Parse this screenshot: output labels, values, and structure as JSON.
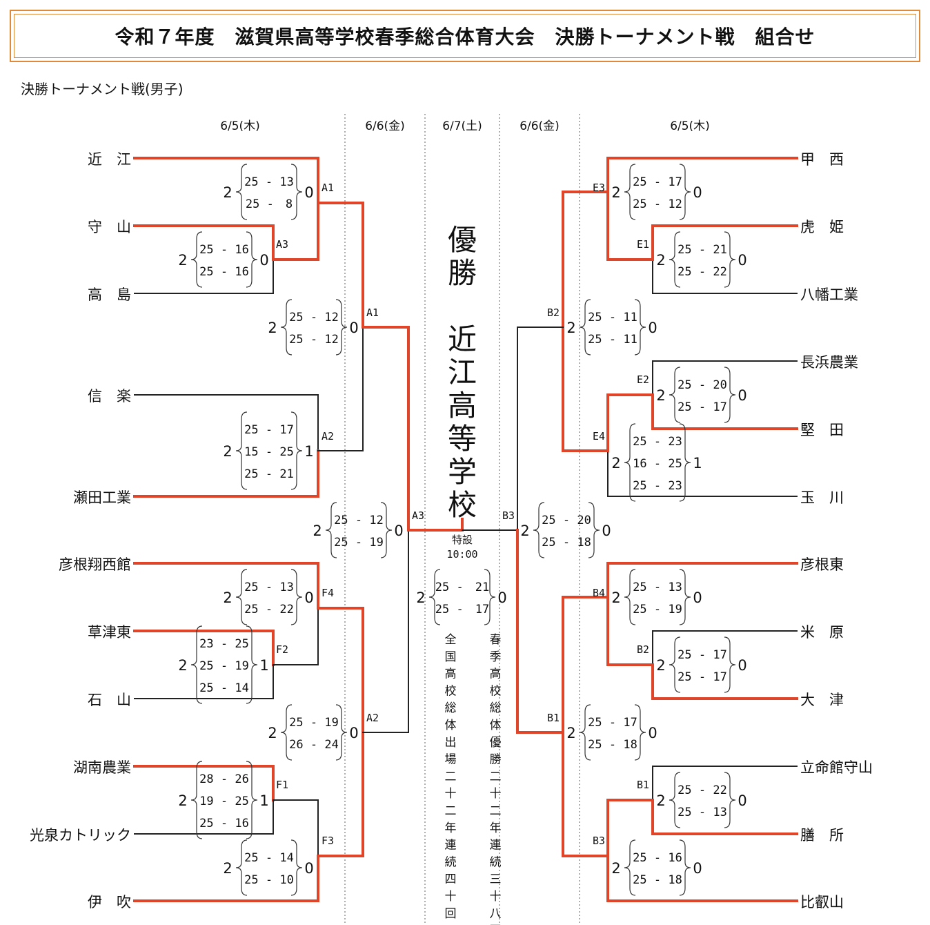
{
  "title": "令和７年度　滋賀県高等学校春季総合体育大会　決勝トーナメント戦　組合せ",
  "subtitle": "決勝トーナメント戦(男子)",
  "colors": {
    "winner": "#e0452a",
    "loser": "#222222",
    "frame": "#e0893b"
  },
  "dates": [
    "6/5(木)",
    "6/6(金)",
    "6/7(土)",
    "6/6(金)",
    "6/5(木)"
  ],
  "teams": {
    "left": [
      "近　江",
      "守　山",
      "高　島",
      "信　楽",
      "瀬田工業",
      "彦根翔西館",
      "草津東",
      "石　山",
      "湖南農業",
      "光泉カトリック",
      "伊　吹"
    ],
    "right": [
      "甲　西",
      "虎　姫",
      "八幡工業",
      "長浜農業",
      "堅　田",
      "玉　川",
      "彦根東",
      "米　原",
      "大　津",
      "立命館守山",
      "膳　所",
      "比叡山"
    ]
  },
  "match_labels": [
    "A1",
    "A3",
    "A1",
    "A2",
    "F4",
    "F2",
    "A2",
    "F1",
    "F3",
    "A3",
    "E3",
    "E1",
    "B2",
    "E2",
    "E4",
    "B4",
    "B2",
    "B1",
    "B1",
    "B3",
    "B3"
  ],
  "scores": [
    {
      "w": "2",
      "sets": [
        "25 - 13",
        "25 -　8"
      ],
      "l": "0"
    },
    {
      "w": "2",
      "sets": [
        "25 - 16",
        "25 - 16"
      ],
      "l": "0"
    },
    {
      "w": "2",
      "sets": [
        "25 - 12",
        "25 - 12"
      ],
      "l": "0"
    },
    {
      "w": "2",
      "sets": [
        "25 - 17",
        "15 - 25",
        "25 - 21"
      ],
      "l": "1"
    },
    {
      "w": "2",
      "sets": [
        "25 - 12",
        "25 - 19"
      ],
      "l": "0"
    },
    {
      "w": "2",
      "sets": [
        "25 - 13",
        "25 - 22"
      ],
      "l": "0"
    },
    {
      "w": "2",
      "sets": [
        "23 - 25",
        "25 - 19",
        "25 - 14"
      ],
      "l": "1"
    },
    {
      "w": "2",
      "sets": [
        "25 - 19",
        "26 - 24"
      ],
      "l": "0"
    },
    {
      "w": "2",
      "sets": [
        "28 - 26",
        "19 - 25",
        "25 - 16"
      ],
      "l": "1"
    },
    {
      "w": "2",
      "sets": [
        "25 - 14",
        "25 - 10"
      ],
      "l": "0"
    },
    {
      "w": "2",
      "sets": [
        "25 - 17",
        "25 - 12"
      ],
      "l": "0"
    },
    {
      "w": "2",
      "sets": [
        "25 - 21",
        "25 - 22"
      ],
      "l": "0"
    },
    {
      "w": "2",
      "sets": [
        "25 - 11",
        "25 - 11"
      ],
      "l": "0"
    },
    {
      "w": "2",
      "sets": [
        "25 - 20",
        "25 - 17"
      ],
      "l": "0"
    },
    {
      "w": "2",
      "sets": [
        "25 - 23",
        "16 - 25",
        "25 - 23"
      ],
      "l": "1"
    },
    {
      "w": "2",
      "sets": [
        "25 - 20",
        "25 - 18"
      ],
      "l": "0"
    },
    {
      "w": "2",
      "sets": [
        "25 - 13",
        "25 - 19"
      ],
      "l": "0"
    },
    {
      "w": "2",
      "sets": [
        "25 - 17",
        "25 - 17"
      ],
      "l": "0"
    },
    {
      "w": "2",
      "sets": [
        "25 - 17",
        "25 - 18"
      ],
      "l": "0"
    },
    {
      "w": "2",
      "sets": [
        "25 - 22",
        "25 - 13"
      ],
      "l": "0"
    },
    {
      "w": "2",
      "sets": [
        "25 - 16",
        "25 - 18"
      ],
      "l": "0"
    },
    {
      "w": "2",
      "sets": [
        "25 -　21",
        "25 -　17"
      ],
      "l": "0"
    }
  ],
  "champion": {
    "label": "優勝",
    "team": "近江高等学校"
  },
  "final_info": {
    "venue": "特設",
    "time": "10:00"
  },
  "notes": [
    "全国高校総体出場二十二年連続四十回目",
    "春季高校総体優勝二十二年連続三十八回目"
  ]
}
